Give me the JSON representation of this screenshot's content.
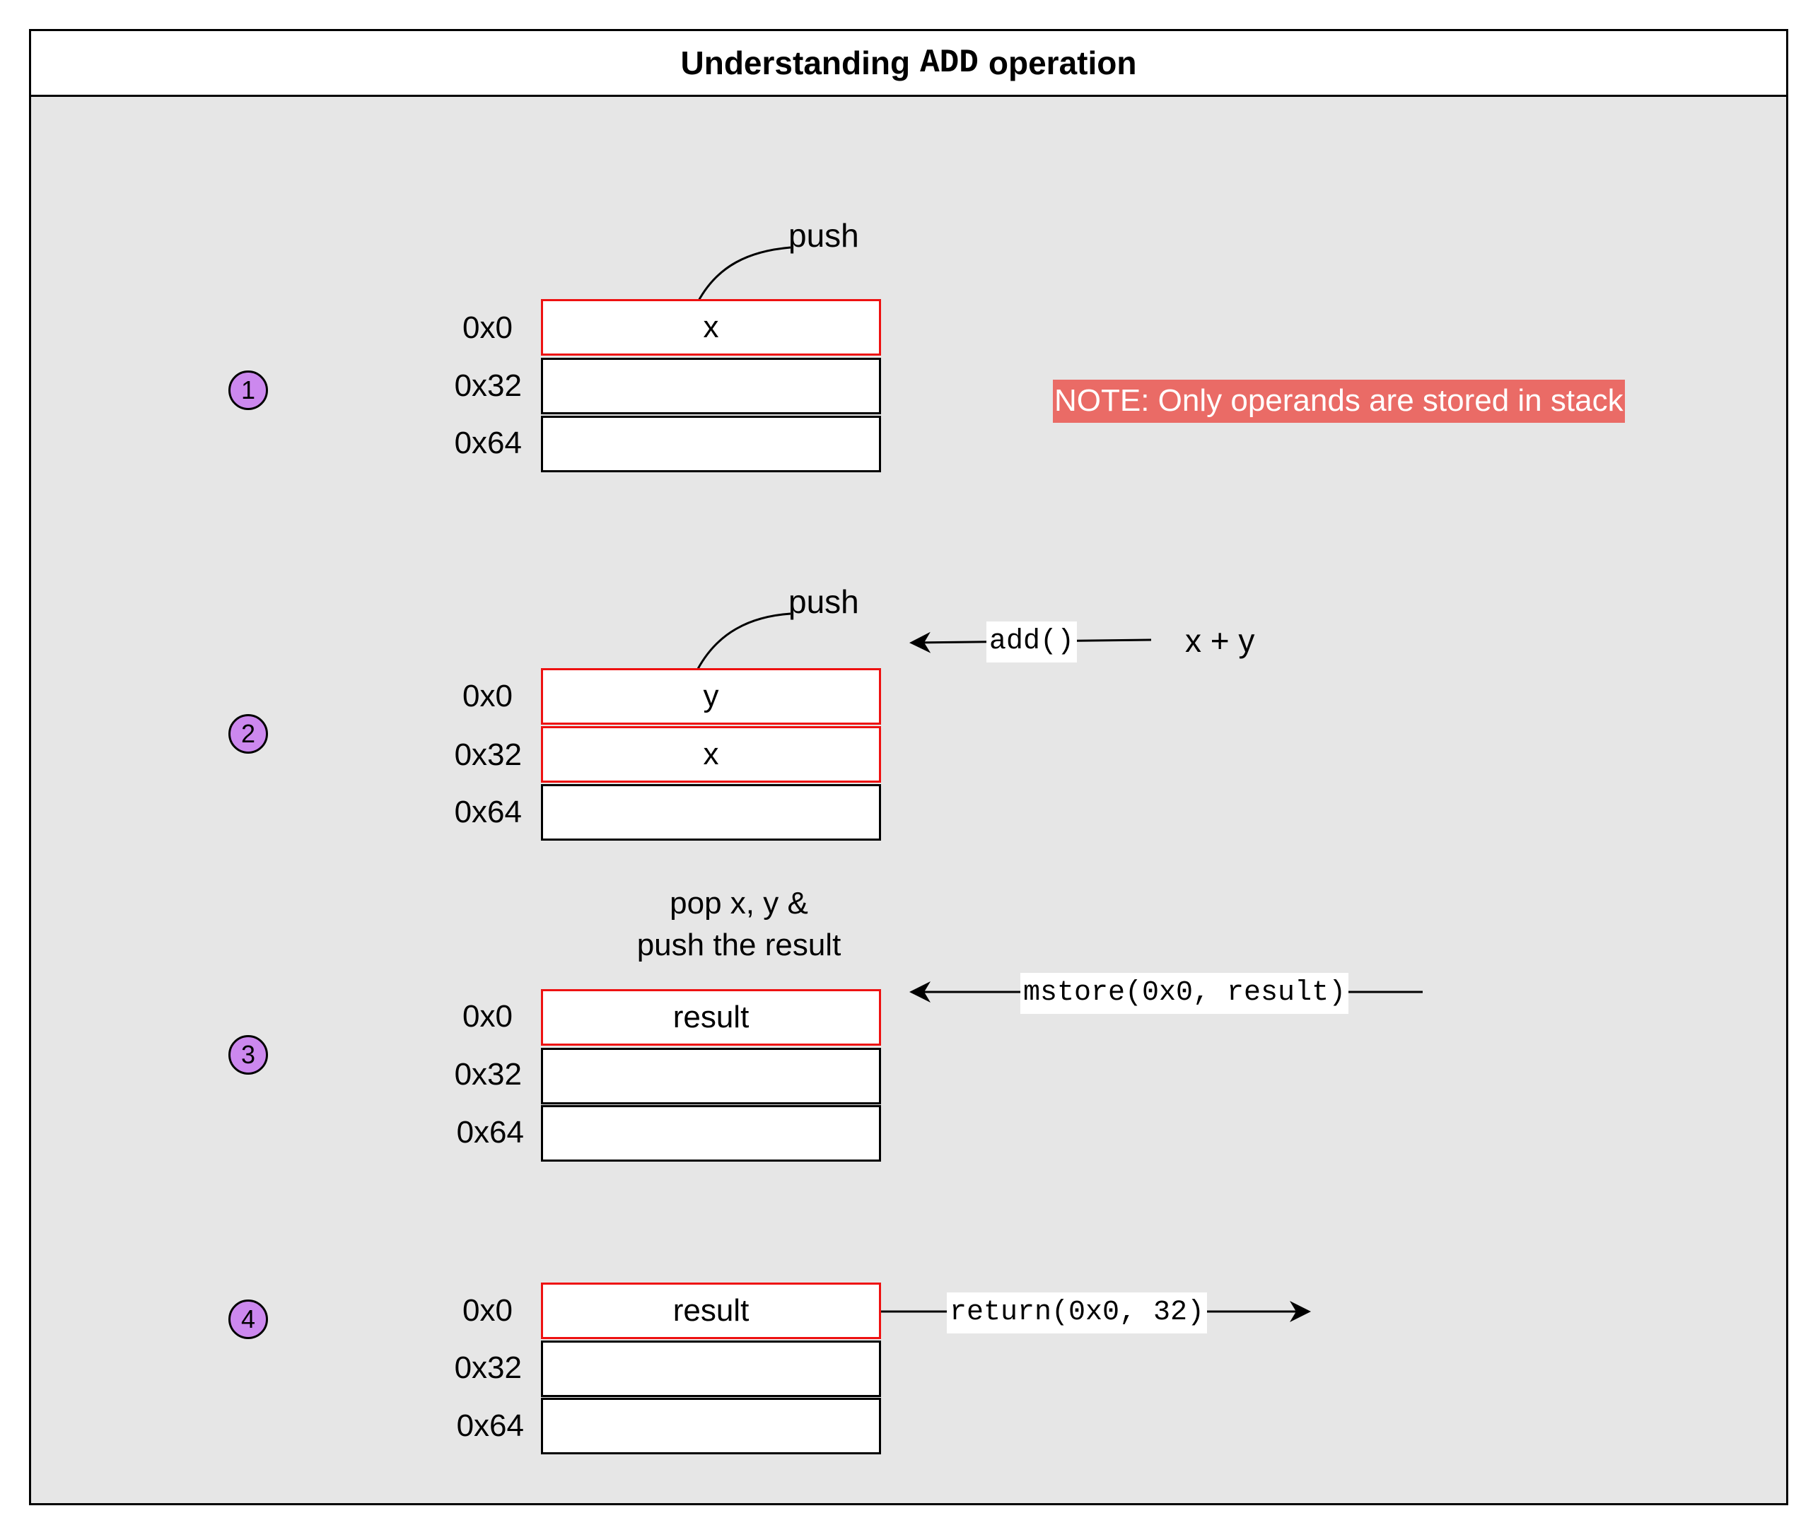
{
  "title": {
    "before": "Understanding",
    "code": "ADD",
    "after": "operation"
  },
  "steps": [
    {
      "number": "1",
      "above_label": "push",
      "rows": [
        {
          "addr": "0x0",
          "value": "x"
        },
        {
          "addr": "0x32",
          "value": ""
        },
        {
          "addr": "0x64",
          "value": ""
        }
      ]
    },
    {
      "number": "2",
      "above_label": "push",
      "rows": [
        {
          "addr": "0x0",
          "value": "y"
        },
        {
          "addr": "0x32",
          "value": "x"
        },
        {
          "addr": "0x64",
          "value": ""
        }
      ]
    },
    {
      "number": "3",
      "above_label_lines": [
        "pop x, y &",
        "push the result"
      ],
      "rows": [
        {
          "addr": "0x0",
          "value": "result"
        },
        {
          "addr": "0x32",
          "value": ""
        },
        {
          "addr": "0x64",
          "value": ""
        }
      ]
    },
    {
      "number": "4",
      "rows": [
        {
          "addr": "0x0",
          "value": "result"
        },
        {
          "addr": "0x32",
          "value": ""
        },
        {
          "addr": "0x64",
          "value": ""
        }
      ]
    }
  ],
  "note": "NOTE: Only operands are stored in stack",
  "arrows": {
    "add_call": "add()",
    "add_expression": "x + y",
    "mstore_call": "mstore(0x0, result)",
    "return_call": "return(0x0, 32)"
  },
  "colors": {
    "background": "#e6e6e6",
    "highlight_border": "#ee1111",
    "badge_fill": "#cc88ee",
    "note_fill": "#ea6b66"
  }
}
